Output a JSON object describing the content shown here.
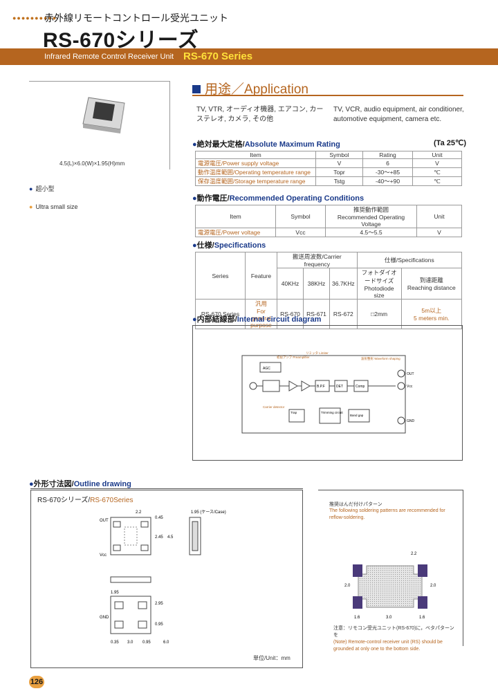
{
  "header": {
    "dots": "●●●●●●●●●●",
    "title_jp": "赤外線リモートコントロール受光ユニット",
    "title_main": "RS-670シリーズ",
    "band_en": "Infrared Remote Control Receiver Unit",
    "band_model": "RS-670 Series"
  },
  "product": {
    "caption": "4.5(L)×6.0(W)×1.95(H)mm",
    "features": [
      "超小型",
      "Ultra small size"
    ]
  },
  "application": {
    "heading_jp": "用途",
    "heading_en": "Application",
    "text_jp": "TV, VTR, オーディオ機器, エアコン, カーステレオ, カメラ, その他",
    "text_en": "TV, VCR, audio equipment, air conditioner, automotive equipment, camera etc."
  },
  "abs_max": {
    "heading_jp": "絶対最大定格",
    "heading_en": "Absolute Maximum Rating",
    "condition": "(Ta 25℃)",
    "columns": [
      "Item",
      "Symbol",
      "Rating",
      "Unit"
    ],
    "rows": [
      {
        "item_jp": "電源電圧",
        "item_en": "Power supply voltage",
        "symbol": "V",
        "rating": "6",
        "unit": "V"
      },
      {
        "item_jp": "動作温度範囲",
        "item_en": "Operating temperature range",
        "symbol": "Topr",
        "rating": "-30～+85",
        "unit": "℃"
      },
      {
        "item_jp": "保存温度範囲",
        "item_en": "Storage temperature range",
        "symbol": "Tstg",
        "rating": "-40～+90",
        "unit": "℃"
      }
    ]
  },
  "recommended": {
    "heading_jp": "動作電圧",
    "heading_en": "Recommended Operating Conditions",
    "columns": [
      "Item",
      "Symbol",
      "推奨動作範囲",
      "Recommended Operating Voltage",
      "Unit"
    ],
    "row": {
      "item_jp": "電源電圧",
      "item_en": "Power voltage",
      "symbol": "Vcc",
      "range": "4.5～5.5",
      "unit": "V"
    }
  },
  "specs": {
    "heading_jp": "仕様",
    "heading_en": "Specifications",
    "series_label": "Series",
    "feature_label": "Feature",
    "carrier_jp": "搬送周波数",
    "carrier_en": "Carrier frequency",
    "freqs": [
      "40KHz",
      "38KHz",
      "36.7KHz"
    ],
    "spec_jp": "仕様",
    "spec_en": "Specifications",
    "photo_jp": "フォトダイオードサイズ",
    "photo_en": "Photodiode size",
    "reach_jp": "到達距離",
    "reach_en": "Reaching distance",
    "series": "RS-670 Series",
    "feature_jp": "汎用",
    "feature_en": "For general purpose",
    "models": [
      "RS-670",
      "RS-671",
      "RS-672"
    ],
    "size": "□2mm",
    "distance_jp": "5m以上",
    "distance_en": "5 meters min."
  },
  "circuit": {
    "heading_jp": "内部結線部",
    "heading_en": "Internal circuit diagram",
    "labels": {
      "amp_top": "AGC",
      "preamp": "初段アンプ Preamplifier",
      "limiter": "リミッタ Limiter",
      "waveform": "波形整形 Waveform shaping",
      "bpf": "B.P.F",
      "det": "DET",
      "comp": "Comp",
      "carrier": "Carrier detector",
      "trap": "Trap",
      "trimming": "Trimming circuit",
      "bandgap": "Band gap",
      "out_pin": "OUT",
      "vcc_pin": "Vcc",
      "gnd_pin": "GND"
    }
  },
  "outline": {
    "heading_jp": "外形寸法図",
    "heading_en": "Outline drawing",
    "sub_jp": "RS-670シリーズ",
    "sub_en": "RS-670Series",
    "unit": "単位/Unit：mm",
    "dims": [
      "2.2",
      "0.45",
      "2.45",
      "4.5",
      "1.95",
      "2.95",
      "0.95",
      "3.0",
      "0.95",
      "6.0",
      "0.35"
    ],
    "case_label": "1.95 (ケース/Case)",
    "pins": [
      "OUT",
      "Vcc",
      "GND"
    ]
  },
  "solder": {
    "title_jp": "推奨はんだ付けパターン",
    "text_en": "The following soldering patterns are recommended for reflow-soldering.",
    "dims": [
      "2.2",
      "2.0",
      "1.6",
      "3.0",
      "1.6",
      "2.0"
    ],
    "note_jp": "注意：リモコン受光ユニット(RS-670)に，ベタパターンを",
    "note_en": "(Note) Remote-control receiver unit (RS) should be grounded at only one to the bottom side."
  },
  "page": {
    "number": "126"
  },
  "colors": {
    "accent": "#b5651f",
    "navy": "#1a3a8a",
    "orange": "#e9a040",
    "yellow": "#ffe13a"
  }
}
